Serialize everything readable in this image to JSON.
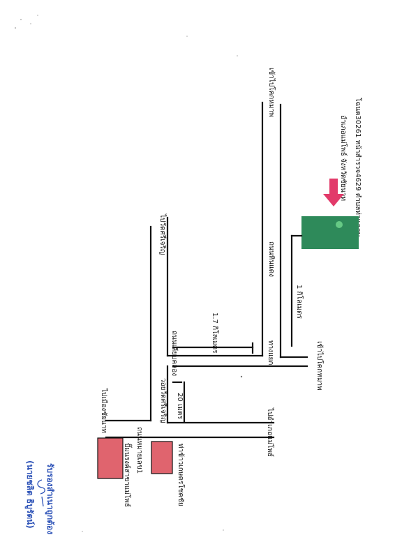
{
  "map": {
    "header_line1": "โฉนด30261 หน้าสำรวจ4629 ตำบลท่าแฉลบ",
    "header_line2": "อำเภอแม่โพธ์ จังหวัดชัยนาท",
    "labels": {
      "to_mong_top": "เข้าไปโคกหมาพ",
      "road_hinrang": "ถนนหินแดง",
      "dist_1km": "1 กิโลเมตร",
      "to_wat_sri": "ไปวัดศรีเจริญ",
      "dist_1_7km": "1.7 กิโลเมตร",
      "road_riab_khlong": "ถนนเลียบคลอง",
      "junction": "ทางแยก",
      "to_mong_mid": "เข้าไปโคกหมาพ",
      "wat_sri_charoen": "วอยวัดศรีเจริญ",
      "dist_20m": "20 เมตร",
      "to_mueang": "ไปเมืองชัยนาท",
      "to_amphoe": "ไปอำเภอแม่โพธ์",
      "road_no1": "ถนนหมายเลข1",
      "gas_station": "ปั๊มนรงค์สาขาแม่โพธ์",
      "market": "ท่าข้าวเกษตรโชคชัย"
    },
    "certification": "รับรองสำเนาถูกต้อง",
    "signer": "(นายชลิต ธิบูรัตน์)",
    "colors": {
      "plot": "#2e8a5a",
      "landmark": "#e0646e",
      "arrow": "#e23a6a",
      "blue_text": "#2f54b8"
    }
  }
}
